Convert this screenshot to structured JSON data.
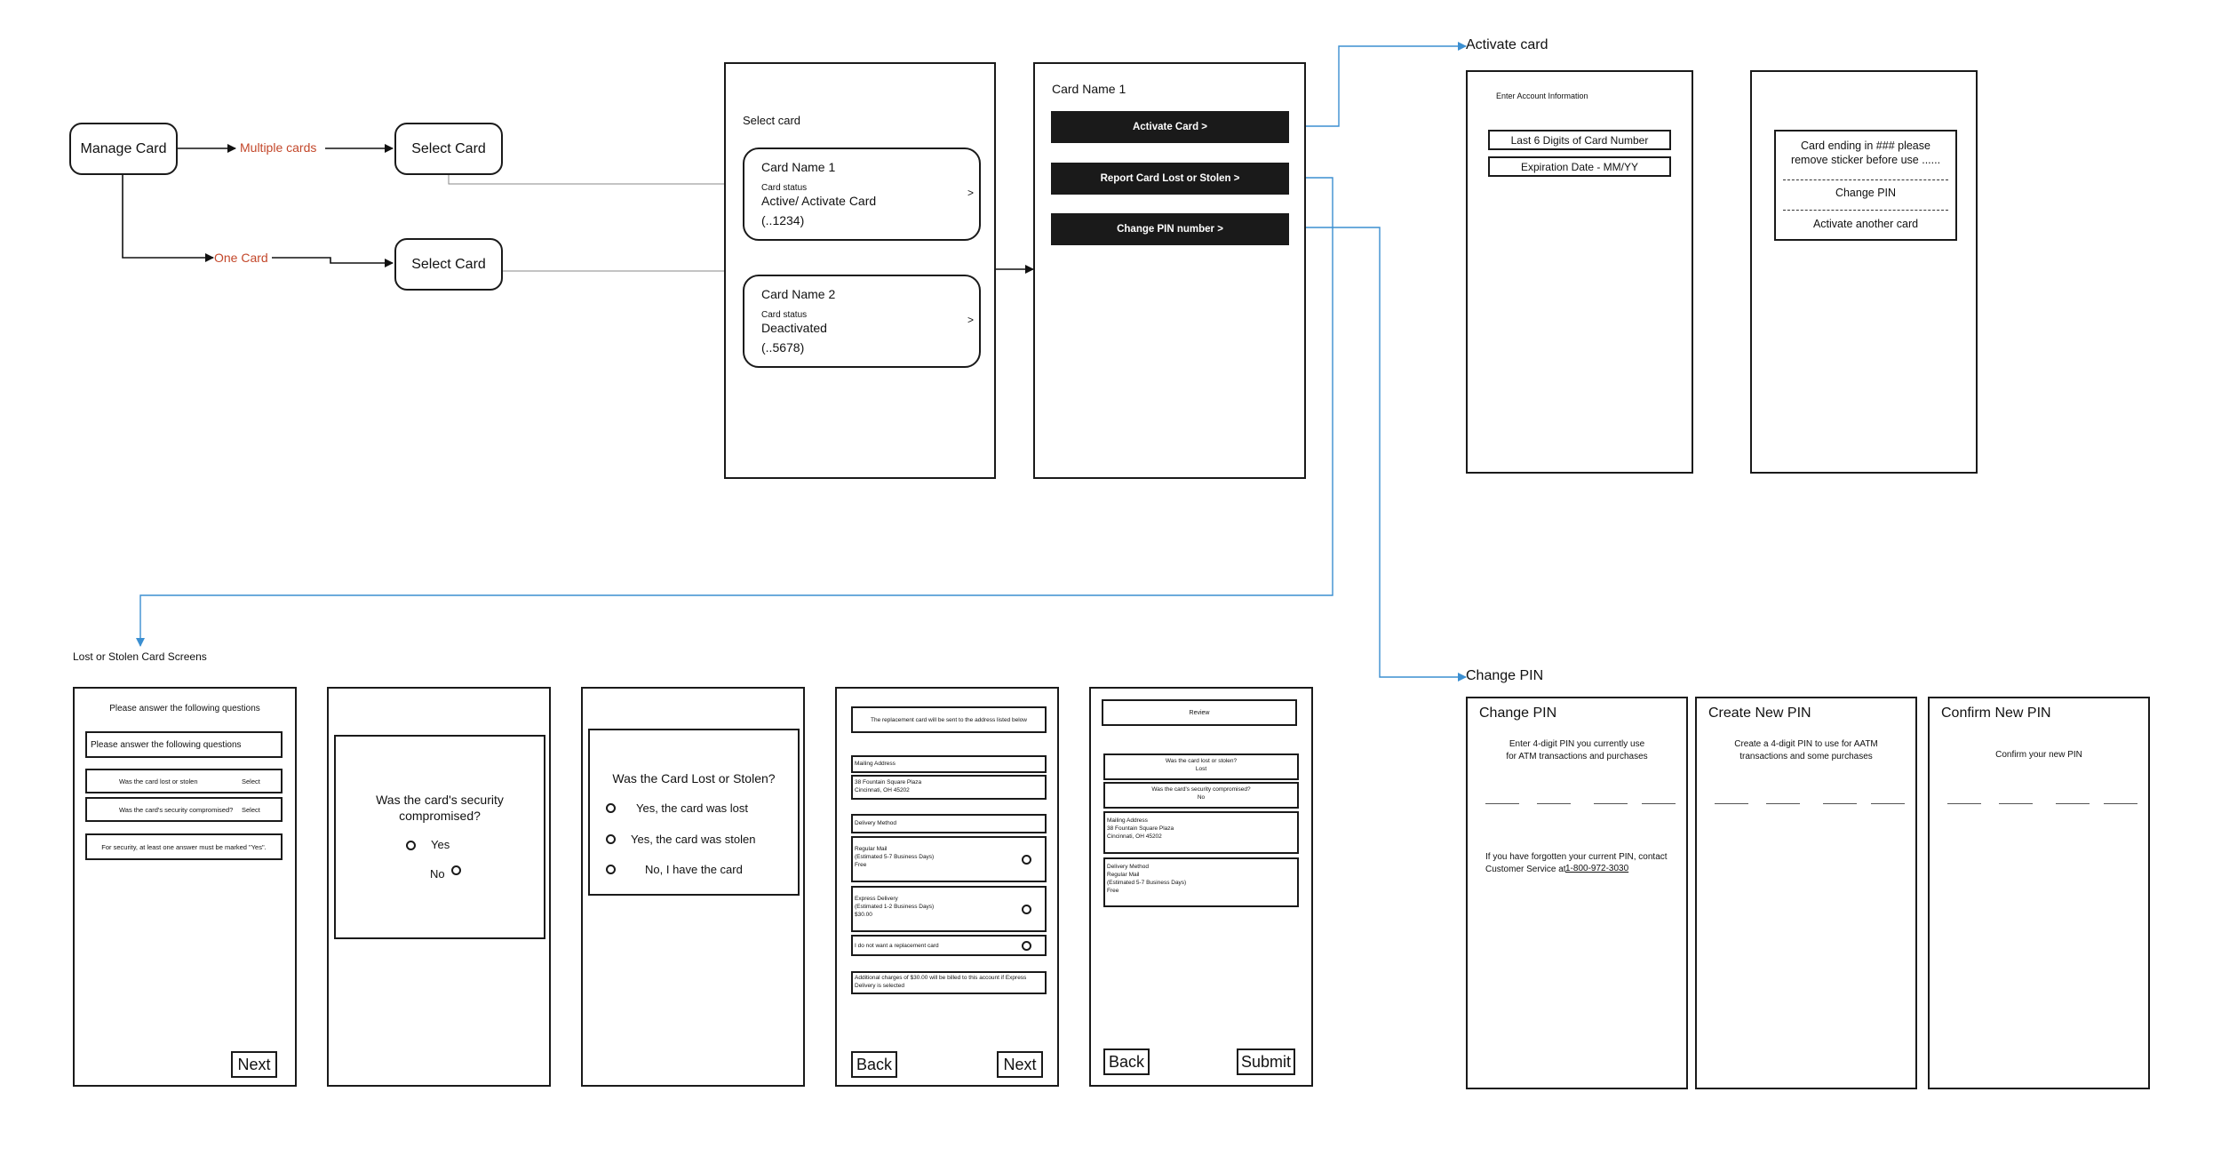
{
  "colors": {
    "stroke": "#1a1a1a",
    "connector_blue": "#3b8fd1",
    "accent_orange": "#c3472a"
  },
  "top_flow": {
    "manage_card": "Manage Card",
    "multiple_cards_label": "Multiple cards",
    "one_card_label": "One Card",
    "select_card_1": "Select Card",
    "select_card_2": "Select Card"
  },
  "select_card_screen": {
    "title": "Select card",
    "cards": [
      {
        "name": "Card Name 1",
        "status_label": "Card status",
        "status": "Active/ Activate Card",
        "number": "(..1234)",
        "chevron": ">"
      },
      {
        "name": "Card Name 2",
        "status_label": "Card status",
        "status": "Deactivated",
        "number": "(..5678)",
        "chevron": ">"
      }
    ]
  },
  "card_detail_screen": {
    "title": "Card Name 1",
    "buttons": [
      "Activate Card >",
      "Report Card Lost or Stolen >",
      "Change PIN number >"
    ]
  },
  "activate": {
    "section_label": "Activate card",
    "screen1": {
      "heading": "Enter Account Information",
      "field1": "Last 6 Digits of Card Number",
      "field2": "Expiration Date - MM/YY"
    },
    "screen2": {
      "message": "Card ending in ### please remove sticker before use ......",
      "option1": "Change PIN",
      "option2": "Activate another card"
    }
  },
  "lost_stolen": {
    "section_label": "Lost or Stolen Card Screens",
    "s1": {
      "heading": "Please answer the following questions",
      "box_title": "Please answer the following questions",
      "q1": "Was the card lost or stolen",
      "q1_select": "Select",
      "q2": "Was the card's security compromised?",
      "q2_select": "Select",
      "note": "For security, at least one answer must be marked \"Yes\".",
      "next": "Next"
    },
    "s2": {
      "question": "Was the card's security compromised?",
      "yes": "Yes",
      "no": "No"
    },
    "s3": {
      "question": "Was the Card Lost or Stolen?",
      "opt1": "Yes, the card was lost",
      "opt2": "Yes, the card was stolen",
      "opt3": "No, I have the card"
    },
    "s4": {
      "notice": "The replacement card will be sent to the address listed below",
      "mailing_label": "Mailing Address",
      "address": "38 Fountain Square Plaza\nCincinnati, OH 45202",
      "delivery_label": "Delivery Method",
      "regular": "Regular Mail\n(Estimated 5-7 Business Days)\nFree",
      "express": "Express Delivery\n(Estimated 1-2 Business Days)\n$30.00",
      "no_replacement": "I do not want a replacement card",
      "charges": "Additional charges of $30.00 will be billed to this account if Express Delivery is selected",
      "back": "Back",
      "next": "Next"
    },
    "s5": {
      "review": "Review",
      "q1": "Was the card lost or stolen?",
      "a1": "Lost",
      "q2": "Was the card's security compromised?",
      "a2": "No",
      "address": "Mailing Address\n38 Fountain Square Plaza\nCincinnati, OH 45202",
      "delivery": "Delivery Method\nRegular Mail\n(Estimated 5-7 Business Days)\nFree",
      "back": "Back",
      "submit": "Submit"
    }
  },
  "change_pin": {
    "section_label": "Change PIN",
    "s1": {
      "title": "Change PIN",
      "instruction": "Enter 4-digit PIN you currently use\nfor ATM transactions and purchases",
      "forgot": "If you have forgotten your current PIN, contact\nCustomer Service at",
      "phone": "1-800-972-3030"
    },
    "s2": {
      "title": "Create New PIN",
      "instruction": "Create a 4-digit PIN to use for AATM\ntransactions and some purchases"
    },
    "s3": {
      "title": "Confirm New PIN",
      "instruction": "Confirm your new PIN"
    }
  }
}
